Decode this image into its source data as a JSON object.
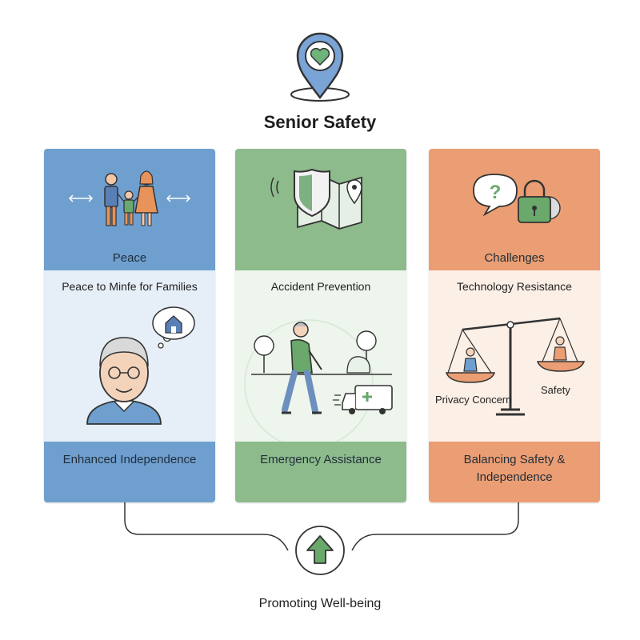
{
  "title": "Senior Safety",
  "cards": [
    {
      "top_label": "Peace",
      "mid_label": "Peace to Minfe for Families",
      "bottom_label": "Enhanced Independence",
      "color": "#6f9fcf"
    },
    {
      "top_label": "",
      "mid_label": "Accident Prevention",
      "bottom_label": "Emergency Assistance",
      "color": "#8dbb8c"
    },
    {
      "top_label": "Challenges",
      "mid_label": "Technology Resistance",
      "bottom_label": "Balancing Safety & Independence",
      "color": "#eb9e73",
      "scale_labels": {
        "left": "Privacy Concern",
        "right": "Safety"
      }
    }
  ],
  "footer": "Promoting Well-being",
  "icons": {
    "header": "location-pin-heart-icon",
    "card1_top": "family-icon",
    "card1_mid": "senior-thinking-home-icon",
    "card2_top": "shield-map-icon",
    "card2_mid": "walking-senior-ambulance-icon",
    "card3_top": "question-lock-icon",
    "card3_mid": "balance-scale-icon",
    "footer": "up-arrow-icon"
  }
}
